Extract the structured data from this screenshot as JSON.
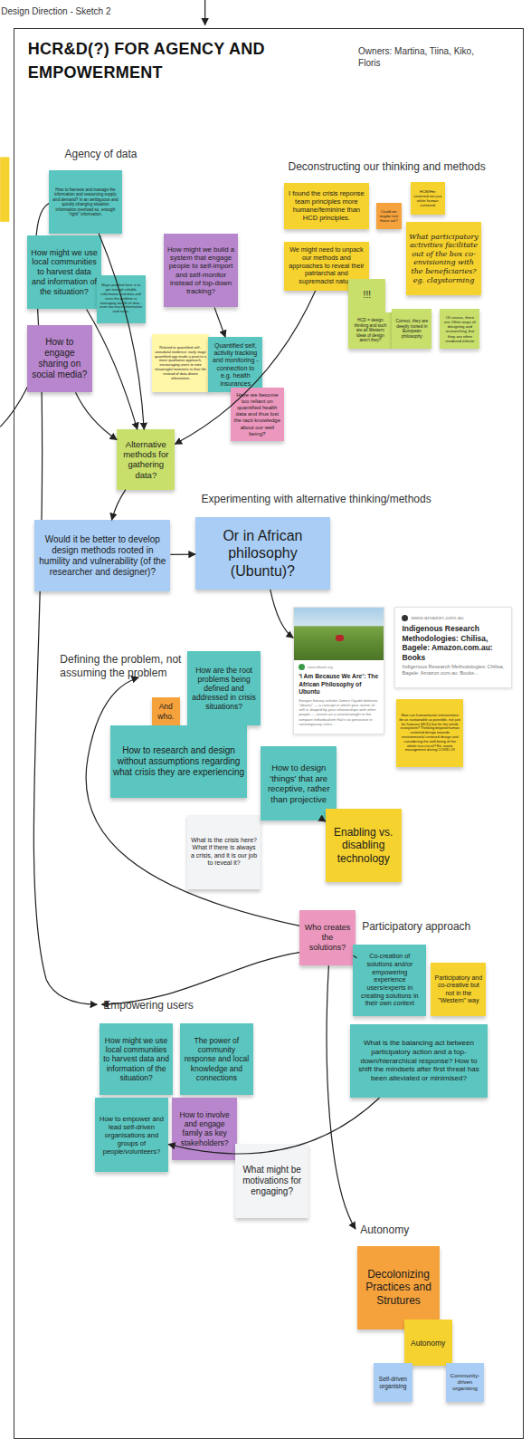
{
  "diagram": {
    "title": "HCR&D(?) FOR AGENCY AND EMPOWERMENT",
    "nodes": [
      {
        "text": [
          "Design Direction - Sketch 2"
        ]
      },
      {
        "text": [
          "How to harness and manage the information and resourcing supply and demand? In an ambiguous and quickly changing situation information overload so, enough \"right\" information."
        ],
        "in": 0
      },
      {
        "text": [
          "How might we use local communities to harvest data and information of the situation?"
        ],
        "in": 0
      },
      {
        "text": [
          "Major problem here is to get enough reliable information and data and even the problem is managing wealth of data - even too much information and noise."
        ],
        "in": 0
      },
      {
        "text": [
          "How might we build a system that engage people to self-import and self-monitor instead of top-down tracking?"
        ],
        "in": 0
      },
      {
        "text": [
          "Related to quantified self - anecdotal evidence: early stage quantified app made a pivot to a more qualitative approach, encouraging users to note meaningful moments in their life instead of data-driven information."
        ],
        "in": 0
      },
      {
        "text": [
          "Quantified self, activity tracking and monitoring - connection to e.g. health insurances"
        ],
        "in": 0
      },
      {
        "text": [
          "Have we become too reliant on quantified health data and thus lost the tacit knowledge about our well being?"
        ],
        "in": 0
      },
      {
        "text": [
          "How to engage sharing on social media?"
        ],
        "in": 0
      },
      {
        "text": [
          "Alternative methods for gathering data?"
        ],
        "in": 0
      },
      {
        "text": [
          "I found the crisis reponse team principles more humane/feminine than HCD principles."
        ],
        "in": 0
      },
      {
        "text": [
          "Could we maybe test those out?"
        ],
        "in": 0
      },
      {
        "text": [
          "HCM/Hm centered not just white human centered"
        ],
        "in": 0
      },
      {
        "text": [
          "We might need to unpack our methods and approaches to reveal their patriarchal and supremacist nature"
        ],
        "in": 0
      },
      {
        "text": [
          "What participatory activities facilitate out of the box co-envisioning with the beneficiaries? eg. claystorming"
        ],
        "in": 0
      },
      {
        "text": [
          "!!!"
        ],
        "in": 0
      },
      {
        "text": [
          "HCD = design thinking and such are all Western ideas of design aren't they?"
        ],
        "in": 0
      },
      {
        "text": [
          "Correct, they are deeply rooted in European philosophy"
        ],
        "in": 0
      },
      {
        "text": [
          "Of course, there are Other ways of designing and researching, but they are often rendered inferior"
        ],
        "in": 0
      },
      {
        "text": [
          "Would it be better to develop design methods rooted in humility and vulnerability (of the researcher and designer)?"
        ],
        "in": 0
      },
      {
        "text": [
          "Or in African philosophy (Ubuntu)?"
        ],
        "in": 0
      },
      {
        "text": [
          "www.ttbook.org",
          "‘I Am Because We Are’: The African Philosophy of Ubuntu",
          "Kenyan literary scholar James Ogude believes “ubuntu” — a concept in which your sense of self is shaped by your relationships with other people — serves as a counterweight to the rampant individualism that’s so pervasive in contemporary cities..."
        ],
        "in": 0
      },
      {
        "text": [
          "www.amazon.com.au",
          "Indigenous Research Methodologies: Chilisa, Bagele: Amazon.com.au: Books",
          "Indigenous Research Methodologies: Chilisa, Bagele: Amazon.com.au: Books..."
        ],
        "in": 0
      },
      {
        "text": [
          "How can humanitarian interventions be as sustainable as possible, not just for humans (HCD) but for the whole ecosystem? Thinking beyond human centered design towards environmental centered design and considering the well-being of the whole eco-circuit? Ex: waste management during COVID-19"
        ],
        "in": 0
      },
      {
        "text": [
          "How are the root problems being defined and addressed in crisis situations?"
        ],
        "in": 0
      },
      {
        "text": [
          "And who."
        ],
        "in": 0
      },
      {
        "text": [
          "How to research and design without assumptions regarding what crisis they are experiencing"
        ],
        "in": 0
      },
      {
        "text": [
          "What is the crisis here? What if there is always a crisis, and it is our job to reveal it?"
        ],
        "in": 0
      },
      {
        "text": [
          "How to design 'things' that are receptive, rather than projective"
        ],
        "in": 0
      },
      {
        "text": [
          "Enabling vs. disabling technology"
        ],
        "in": 0
      },
      {
        "text": [
          "Who creates the solutions?"
        ],
        "in": 0
      },
      {
        "text": [
          "Co-creation of solutions and/or empowering experience users/experts in creating solutions in their own context"
        ],
        "in": 0
      },
      {
        "text": [
          "Participatory and co-creative but not in the \"Western\" way"
        ],
        "in": 0
      },
      {
        "text": [
          "What is the balancing act between participatory action and a top-down/hierarchical response? How to shift the mindsets after first threat has been alleviated or minimised?"
        ],
        "in": 0
      },
      {
        "text": [
          "How might we use local communities to harvest data and information of the situation?"
        ],
        "in": 0
      },
      {
        "text": [
          "The power of community response and local knowledge and connections"
        ],
        "in": 0
      },
      {
        "text": [
          "How to empower and lead self-driven organisations and groups of people/volunteers?"
        ],
        "in": 0
      },
      {
        "text": [
          "How to involve and engage family as key stakeholders?"
        ],
        "in": 0
      },
      {
        "text": [
          "What might be motivations for engaging?"
        ],
        "in": 0
      },
      {
        "text": [
          "Decolonizing Practices and Strutures"
        ],
        "in": 0
      },
      {
        "text": [
          "Autonomy"
        ],
        "in": 0
      },
      {
        "text": [
          "Self-driven organising"
        ],
        "in": 0
      },
      {
        "text": [
          "Community-driven organising"
        ],
        "in": 0
      }
    ],
    "edges": [
      {
        "from": 1,
        "to": 9,
        "arrow": "to"
      },
      {
        "from": 2,
        "to": 9,
        "arrow": "to"
      },
      {
        "from": 4,
        "to": 6,
        "arrow": "to"
      },
      {
        "from": 8,
        "to": 9,
        "arrow": "to"
      },
      {
        "from": 13,
        "to": 9,
        "arrow": "to"
      },
      {
        "from": 9,
        "to": 19,
        "arrow": "to"
      },
      {
        "from": 19,
        "to": 20,
        "arrow": "to"
      },
      {
        "from": 20,
        "to": 21,
        "arrow": "to"
      },
      {
        "from": 28,
        "to": 29,
        "arrow": "to"
      },
      {
        "from": 30,
        "to": 31,
        "arrow": "none"
      },
      {
        "from": 33,
        "to": 36,
        "arrow": "to"
      }
    ],
    "labels": [
      "Owners: Martina, Tiina, Kiko, Floris",
      "Agency of data",
      "Deconstructing our thinking and methods",
      "Experimenting with alternative thinking/methods",
      "Defining the problem, not assuming the problem",
      "Participatory approach",
      "Empowering users",
      "Autonomy"
    ]
  }
}
